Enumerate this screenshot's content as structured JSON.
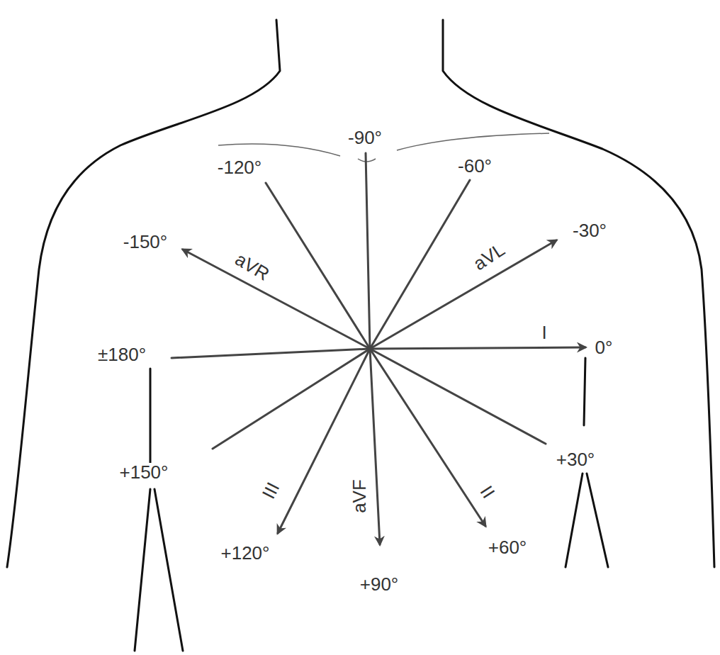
{
  "diagram": {
    "labels": [
      "-90°",
      "-120°",
      "-60°",
      "-150°",
      "aVR",
      "aVL",
      "-30°",
      "±180°",
      "I",
      "0°",
      "+150°",
      "+30°",
      "III",
      "aVF",
      "II",
      "+120°",
      "+90°",
      "+60°"
    ]
  }
}
